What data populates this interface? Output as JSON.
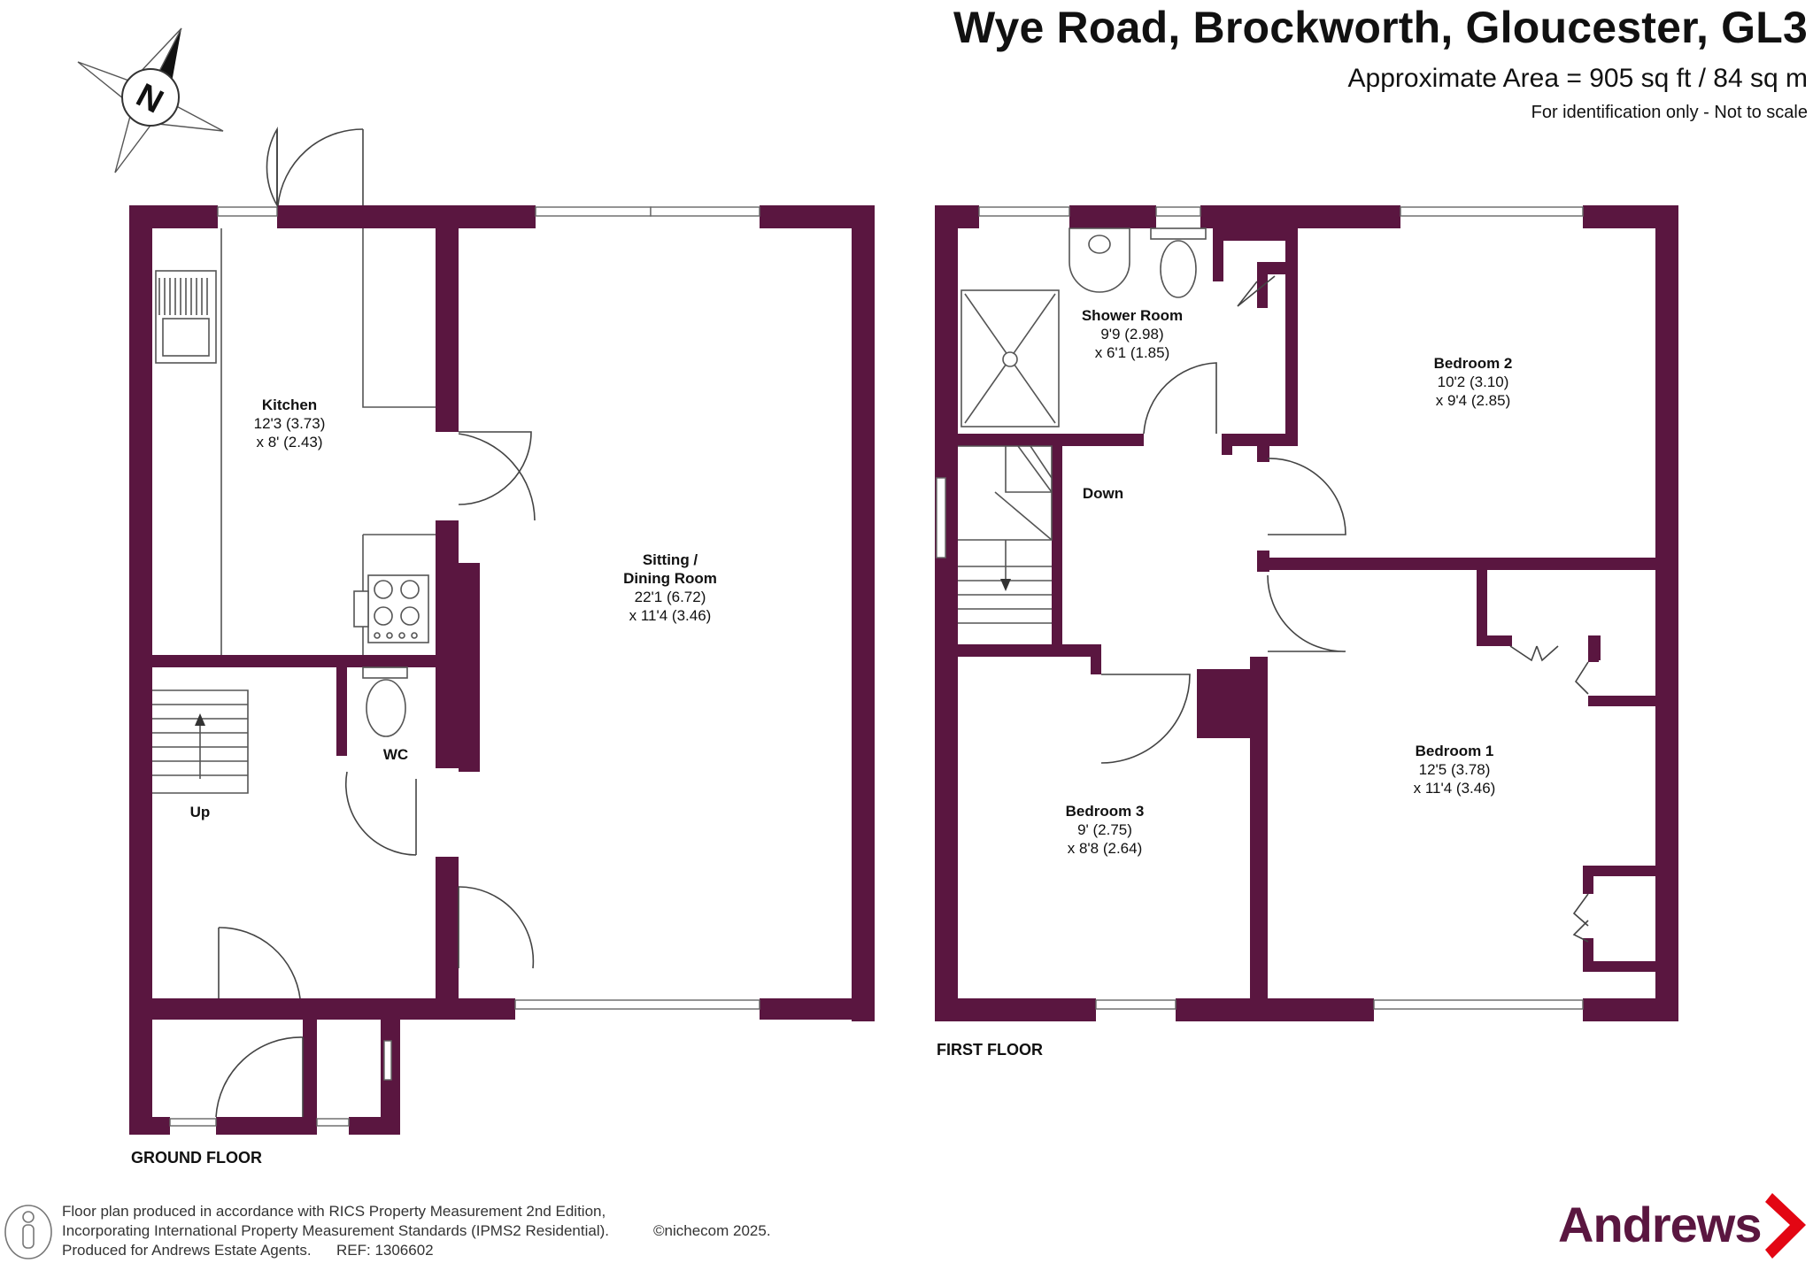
{
  "header": {
    "title": "Wye Road, Brockworth, Gloucester, GL3",
    "area": "Approximate Area = 905 sq ft / 84 sq m",
    "note": "For identification only - Not to scale"
  },
  "compass": {
    "letter": "N"
  },
  "ground_floor": {
    "label": "GROUND FLOOR",
    "kitchen": {
      "name": "Kitchen",
      "dim1": "12'3 (3.73)",
      "dim2": "x 8' (2.43)"
    },
    "sitting": {
      "name1": "Sitting /",
      "name2": "Dining Room",
      "dim1": "22'1 (6.72)",
      "dim2": "x 11'4 (3.46)"
    },
    "wc": {
      "name": "WC"
    },
    "stairs": {
      "label": "Up"
    }
  },
  "first_floor": {
    "label": "FIRST FLOOR",
    "shower": {
      "name": "Shower Room",
      "dim1": "9'9 (2.98)",
      "dim2": "x 6'1 (1.85)"
    },
    "bedroom2": {
      "name": "Bedroom 2",
      "dim1": "10'2 (3.10)",
      "dim2": "x 9'4 (2.85)"
    },
    "bedroom1": {
      "name": "Bedroom 1",
      "dim1": "12'5 (3.78)",
      "dim2": "x 11'4 (3.46)"
    },
    "bedroom3": {
      "name": "Bedroom 3",
      "dim1": "9' (2.75)",
      "dim2": "x 8'8 (2.64)"
    },
    "stairs": {
      "label": "Down"
    }
  },
  "footer": {
    "line1": "Floor plan produced in accordance with RICS Property Measurement 2nd Edition,",
    "line2": "Incorporating International Property Measurement Standards (IPMS2 Residential).",
    "copyright": "©nichecom 2025.",
    "line3": "Produced for Andrews Estate Agents.",
    "ref": "REF: 1306602"
  },
  "brand": {
    "name": "Andrews"
  },
  "colors": {
    "wall": "#5a1640",
    "accent": "#e30613"
  }
}
